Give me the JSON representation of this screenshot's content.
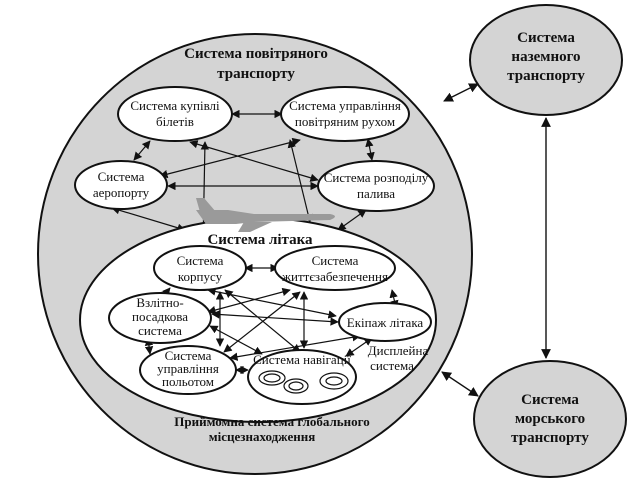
{
  "air_transport": {
    "title_line1": "Система повітряного",
    "title_line2": "транспорту"
  },
  "ground_transport": {
    "line1": "Система",
    "line2": "наземного",
    "line3": "транспорту"
  },
  "sea_transport": {
    "line1": "Система",
    "line2": "морського",
    "line3": "транспорту"
  },
  "ticket_system": {
    "line1": "Система купівлі",
    "line2": "білетів"
  },
  "atc_system": {
    "line1": "Система управління",
    "line2": "повітряним рухом"
  },
  "airport_system": {
    "line1": "Система",
    "line2": "аеропорту"
  },
  "fuel_system": {
    "line1": "Система розподілу",
    "line2": "палива"
  },
  "aircraft_system": {
    "title": "Система літака"
  },
  "fuselage_system": {
    "line1": "Система",
    "line2": "корпусу"
  },
  "life_support_system": {
    "line1": "Система",
    "line2": "життєзабезпечення"
  },
  "landing_system": {
    "line1": "Взлітно-",
    "line2": "посадкова",
    "line3": "система"
  },
  "crew": {
    "label": "Екіпаж літака"
  },
  "flight_control_system": {
    "line1": "Система",
    "line2": "управління",
    "line3": "польотом"
  },
  "navigation_system": {
    "label": "Система навігації"
  },
  "display_system": {
    "line1": "Дисплейна",
    "line2": "система"
  },
  "gps_receiver": {
    "line1": "Приймомна система глобального",
    "line2": "місцезнаходження"
  },
  "colors": {
    "big_circle_fill": "#d4d4d4",
    "node_fill": "#ffffff",
    "stroke": "#111111",
    "airplane": "#9a9a9a"
  },
  "icons": {
    "airplane": "airplane-icon"
  }
}
